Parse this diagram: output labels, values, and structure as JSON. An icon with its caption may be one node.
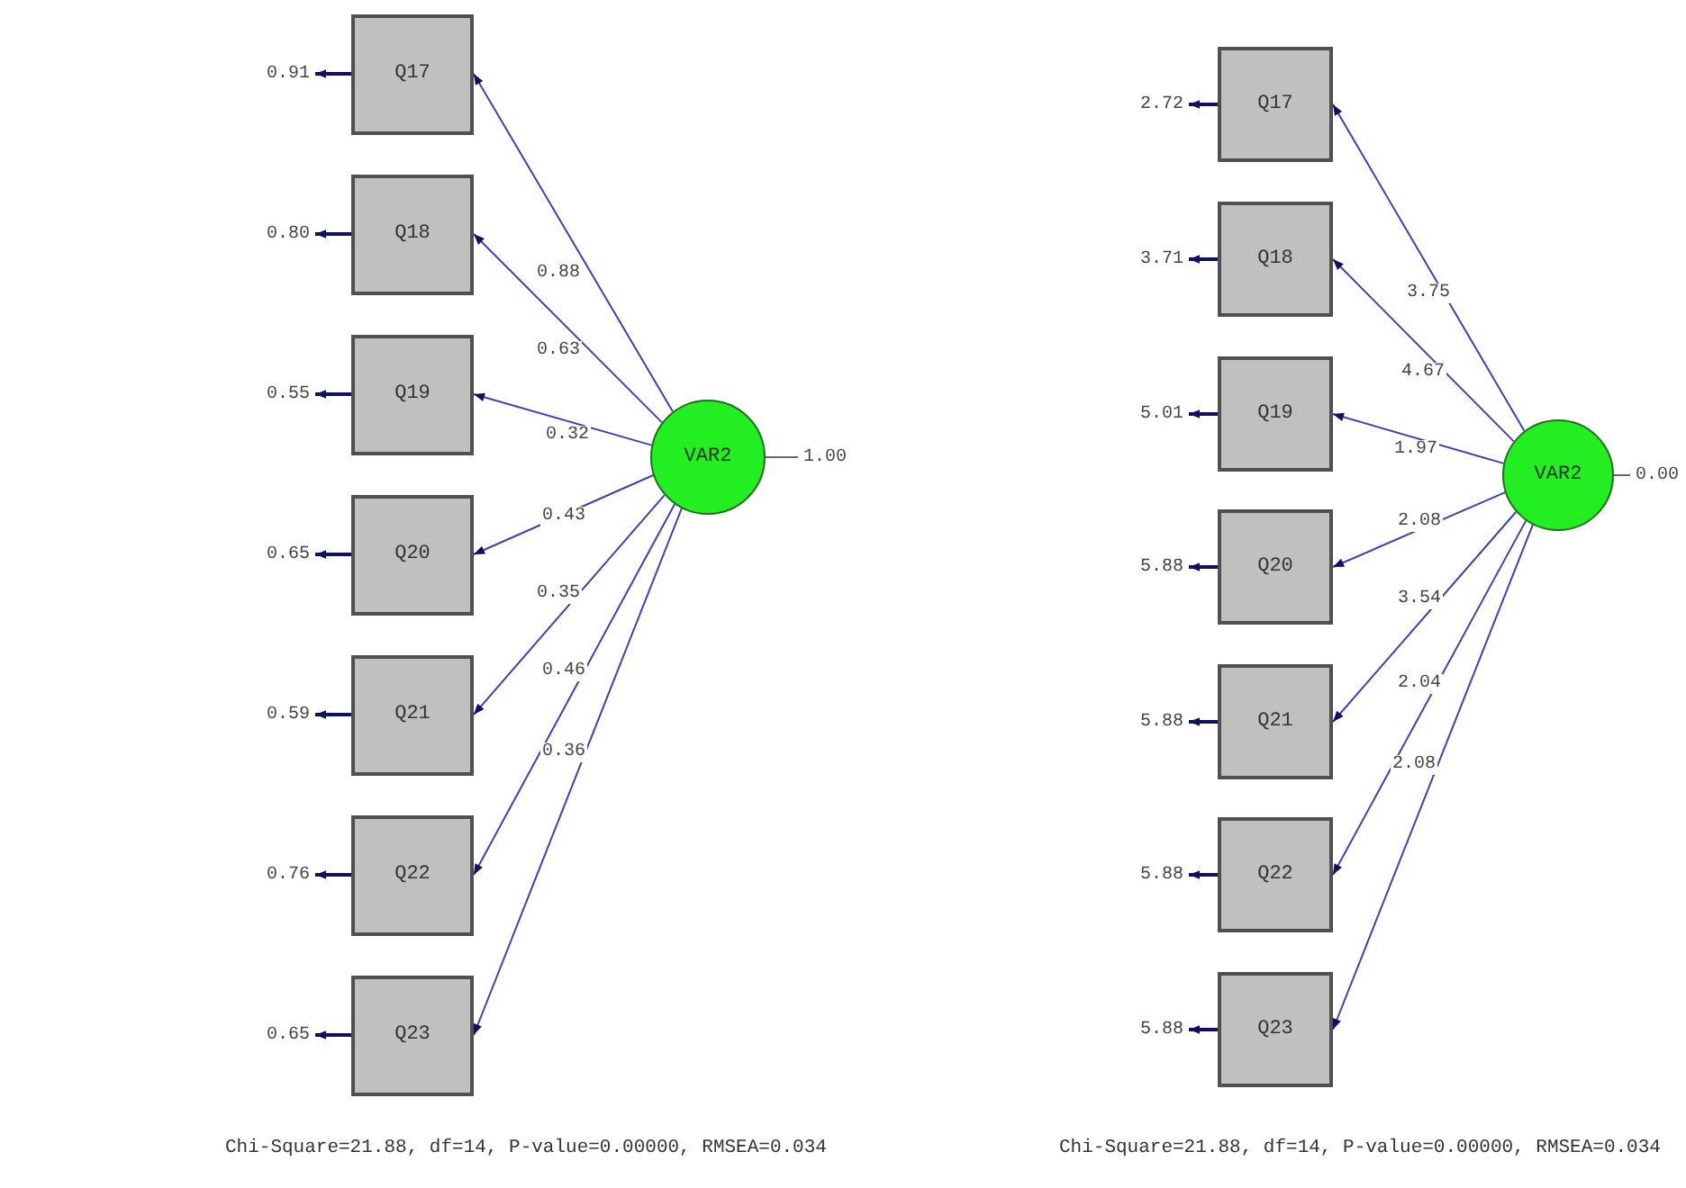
{
  "diagram": {
    "nodes": [
      {
        "text": [
          "Q17"
        ]
      },
      {
        "text": [
          "Q18"
        ]
      },
      {
        "text": [
          "Q19"
        ]
      },
      {
        "text": [
          "Q20"
        ]
      },
      {
        "text": [
          "Q21"
        ]
      },
      {
        "text": [
          "Q22"
        ]
      },
      {
        "text": [
          "Q23"
        ]
      },
      {
        "text": [
          "VAR2"
        ]
      },
      {
        "text": [
          "0.91"
        ]
      },
      {
        "text": [
          "0.80"
        ]
      },
      {
        "text": [
          "0.55"
        ]
      },
      {
        "text": [
          "0.65"
        ]
      },
      {
        "text": [
          "0.59"
        ]
      },
      {
        "text": [
          "0.76"
        ]
      },
      {
        "text": [
          "0.65"
        ]
      },
      {
        "text": [
          "1.00"
        ]
      },
      {
        "text": [
          "Q17"
        ]
      },
      {
        "text": [
          "Q18"
        ]
      },
      {
        "text": [
          "Q19"
        ]
      },
      {
        "text": [
          "Q20"
        ]
      },
      {
        "text": [
          "Q21"
        ]
      },
      {
        "text": [
          "Q22"
        ]
      },
      {
        "text": [
          "Q23"
        ]
      },
      {
        "text": [
          "VAR2"
        ]
      },
      {
        "text": [
          "2.72"
        ]
      },
      {
        "text": [
          "3.71"
        ]
      },
      {
        "text": [
          "5.01"
        ]
      },
      {
        "text": [
          "5.88"
        ]
      },
      {
        "text": [
          "5.88"
        ]
      },
      {
        "text": [
          "5.88"
        ]
      },
      {
        "text": [
          "5.88"
        ]
      },
      {
        "text": [
          "0.00"
        ]
      }
    ],
    "edges": [
      {
        "from": 7,
        "to": 0,
        "arrow": "to",
        "label": "0.88"
      },
      {
        "from": 7,
        "to": 1,
        "arrow": "to",
        "label": "0.63"
      },
      {
        "from": 7,
        "to": 2,
        "arrow": "to",
        "label": "0.32"
      },
      {
        "from": 7,
        "to": 3,
        "arrow": "to",
        "label": "0.43"
      },
      {
        "from": 7,
        "to": 4,
        "arrow": "to",
        "label": "0.35"
      },
      {
        "from": 7,
        "to": 5,
        "arrow": "to",
        "label": "0.46"
      },
      {
        "from": 7,
        "to": 6,
        "arrow": "to",
        "label": "0.36"
      },
      {
        "from": 0,
        "to": 8,
        "arrow": "to"
      },
      {
        "from": 1,
        "to": 9,
        "arrow": "to"
      },
      {
        "from": 2,
        "to": 10,
        "arrow": "to"
      },
      {
        "from": 3,
        "to": 11,
        "arrow": "to"
      },
      {
        "from": 4,
        "to": 12,
        "arrow": "to"
      },
      {
        "from": 5,
        "to": 13,
        "arrow": "to"
      },
      {
        "from": 6,
        "to": 14,
        "arrow": "to"
      },
      {
        "from": 7,
        "to": 15,
        "arrow": "none"
      },
      {
        "from": 23,
        "to": 16,
        "arrow": "to",
        "label": "3.75"
      },
      {
        "from": 23,
        "to": 17,
        "arrow": "to",
        "label": "4.67"
      },
      {
        "from": 23,
        "to": 18,
        "arrow": "to",
        "label": "1.97"
      },
      {
        "from": 23,
        "to": 19,
        "arrow": "to",
        "label": "2.08"
      },
      {
        "from": 23,
        "to": 20,
        "arrow": "to",
        "label": "3.54"
      },
      {
        "from": 23,
        "to": 21,
        "arrow": "to",
        "label": "2.04"
      },
      {
        "from": 23,
        "to": 22,
        "arrow": "to",
        "label": "2.08"
      },
      {
        "from": 16,
        "to": 24,
        "arrow": "to"
      },
      {
        "from": 17,
        "to": 25,
        "arrow": "to"
      },
      {
        "from": 18,
        "to": 26,
        "arrow": "to"
      },
      {
        "from": 19,
        "to": 27,
        "arrow": "to"
      },
      {
        "from": 20,
        "to": 28,
        "arrow": "to"
      },
      {
        "from": 21,
        "to": 29,
        "arrow": "to"
      },
      {
        "from": 22,
        "to": 30,
        "arrow": "to"
      },
      {
        "from": 23,
        "to": 31,
        "arrow": "none"
      }
    ],
    "labels": [
      "Chi-Square=21.88, df=14, P-value=0.00000, RMSEA=0.034",
      "Chi-Square=21.88, df=14, P-value=0.00000, RMSEA=0.034"
    ]
  }
}
